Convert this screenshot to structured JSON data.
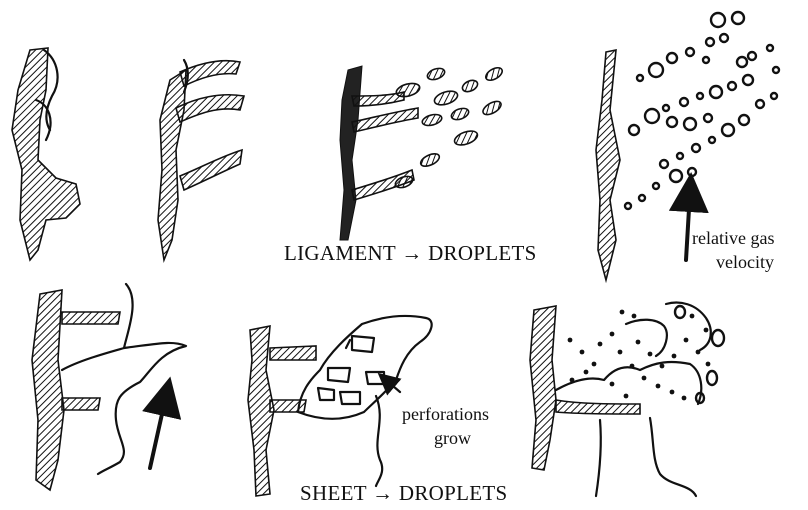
{
  "figure": {
    "top_label": "LIGAMENT → DROPLETS",
    "bottom_label": "SHEET → DROPLETS",
    "gas_label_line1": "relative gas",
    "gas_label_line2": "velocity",
    "perforation_label_line1": "perforations",
    "perforation_label_line2": "grow"
  }
}
